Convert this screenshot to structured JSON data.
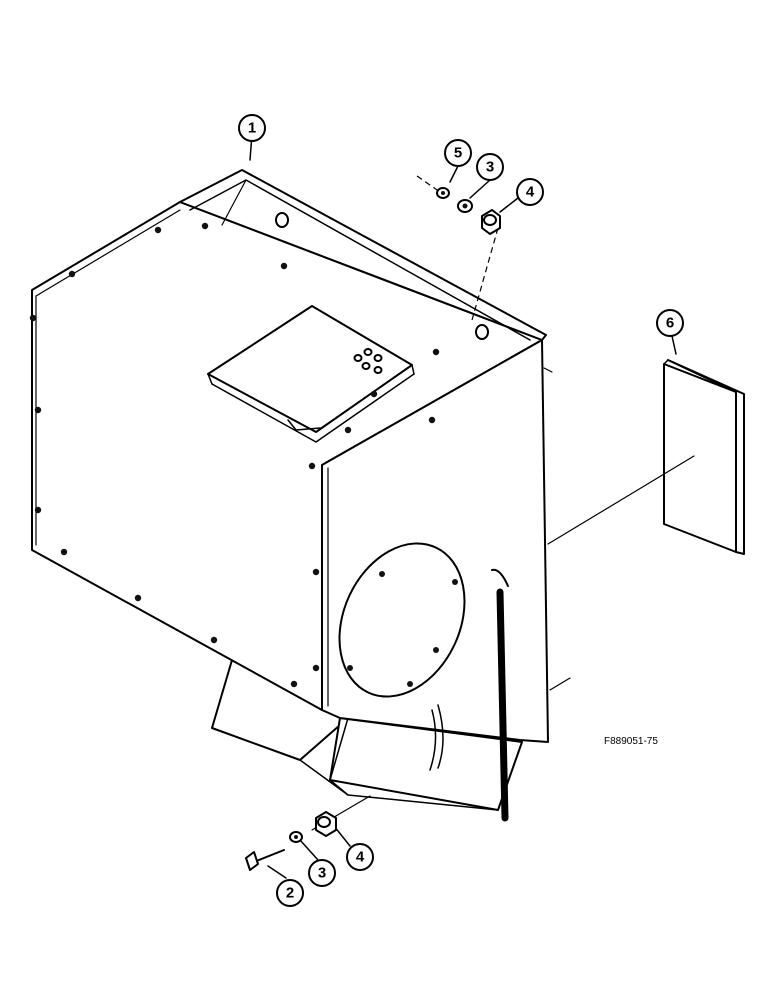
{
  "figure": {
    "code": "F889051-75"
  },
  "callouts": [
    {
      "id": "c1",
      "label": "1"
    },
    {
      "id": "c5",
      "label": "5"
    },
    {
      "id": "c3-top",
      "label": "3"
    },
    {
      "id": "c4-top",
      "label": "4"
    },
    {
      "id": "c6",
      "label": "6"
    },
    {
      "id": "c2",
      "label": "2"
    },
    {
      "id": "c3-bottom",
      "label": "3"
    },
    {
      "id": "c4-bottom",
      "label": "4"
    }
  ]
}
